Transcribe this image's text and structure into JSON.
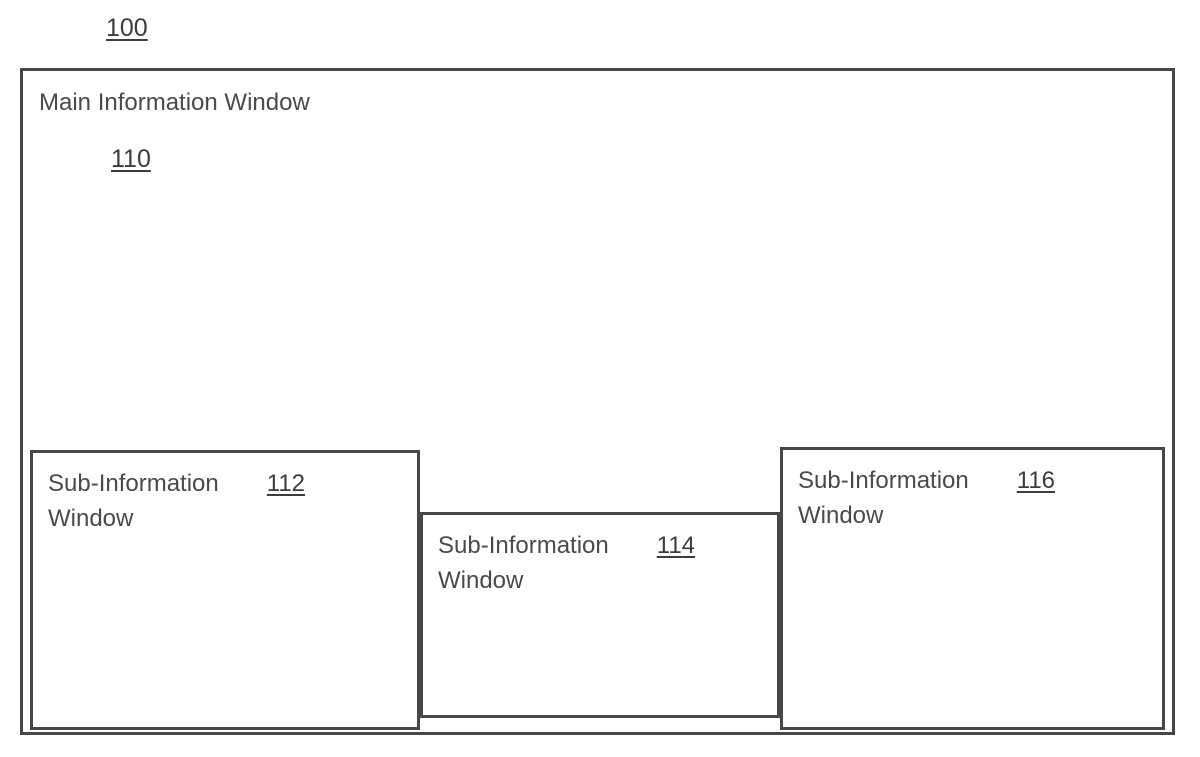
{
  "figure": {
    "label": "100",
    "main_window": {
      "title": "Main Information Window",
      "ref": "110"
    },
    "sub_windows": [
      {
        "title_line1": "Sub-Information",
        "title_line2": "Window",
        "ref": "112"
      },
      {
        "title_line1": "Sub-Information",
        "title_line2": "Window",
        "ref": "114"
      },
      {
        "title_line1": "Sub-Information",
        "title_line2": "Window",
        "ref": "116"
      }
    ],
    "colors": {
      "line": "#474747",
      "text": "#4a4a4a",
      "background": "#ffffff"
    }
  }
}
